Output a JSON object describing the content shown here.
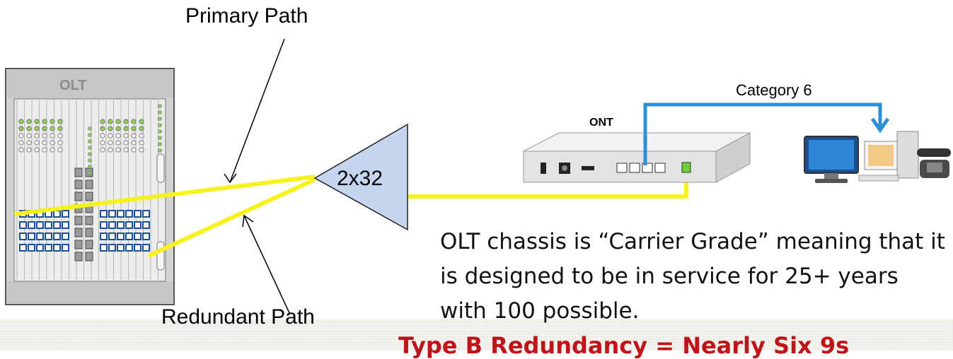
{
  "labels": {
    "primary_path": "Primary Path",
    "redundant_path": "Redundant Path",
    "olt": "OLT",
    "splitter": "2x32",
    "ont": "ONT",
    "cable": "Category 6"
  },
  "note": "OLT chassis is “Carrier Grade” meaning that it is designed to be in service for 25+ years with 100 possible.",
  "title": "Type B Redundancy = Nearly Six 9s",
  "colors": {
    "fiber": "#f7f21e",
    "copper": "#2a8fd6",
    "splitter_fill": "#c5d4ef",
    "title": "#c0141b"
  }
}
